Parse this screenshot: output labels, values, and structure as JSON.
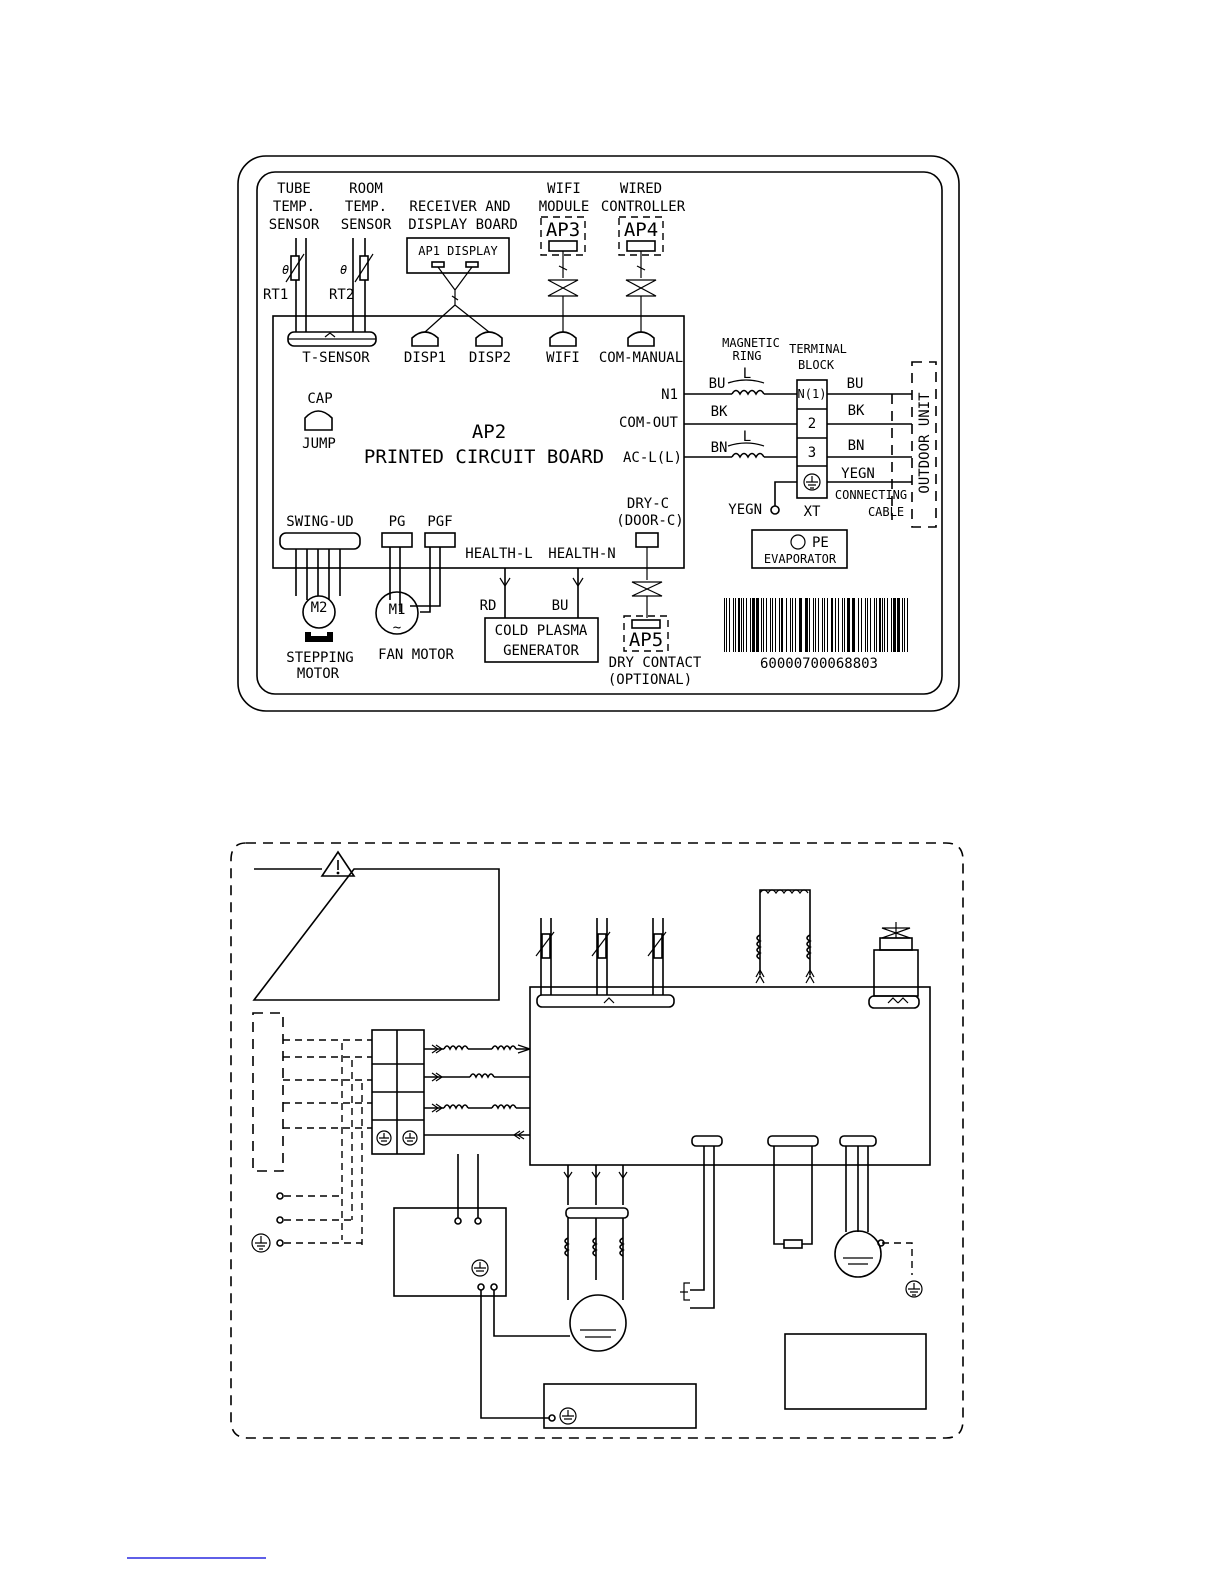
{
  "top_diagram": {
    "sensors": {
      "tube": [
        "TUBE",
        "TEMP.",
        "SENSOR"
      ],
      "room": [
        "ROOM",
        "TEMP.",
        "SENSOR"
      ],
      "rt1": "RT1",
      "rt2": "RT2",
      "t_sensor": "T-SENSOR"
    },
    "receiver": {
      "title": [
        "RECEIVER AND",
        "DISPLAY BOARD"
      ],
      "box": "AP1 DISPLAY",
      "disp1": "DISP1",
      "disp2": "DISP2"
    },
    "wifi": {
      "title": [
        "WIFI",
        "MODULE"
      ],
      "ap": "AP3",
      "port": "WIFI"
    },
    "wired": {
      "title": [
        "WIRED",
        "CONTROLLER"
      ],
      "ap": "AP4",
      "port": "COM-MANUAL"
    },
    "pcb": {
      "name": "AP2",
      "title": "PRINTED CIRCUIT BOARD",
      "cap": "CAP",
      "jump": "JUMP",
      "n1": "N1",
      "com_out": "COM-OUT",
      "ac_l": "AC-L(L)",
      "dry_c": "DRY-C",
      "door_c": "(DOOR-C)",
      "health_l": "HEALTH-L",
      "health_n": "HEALTH-N",
      "swing_ud": "SWING-UD",
      "pg": "PG",
      "pgf": "PGF"
    },
    "wiring": {
      "magnetic_ring": [
        "MAGNETIC",
        "RING"
      ],
      "terminal_block": [
        "TERMINAL",
        "BLOCK"
      ],
      "l1": "L",
      "l2": "L",
      "bu_in": "BU",
      "bk_in": "BK",
      "bn_in": "BN",
      "terminal_1": "N(1)",
      "terminal_2": "2",
      "terminal_3": "3",
      "bu_out": "BU",
      "bk_out": "BK",
      "bn_out": "BN",
      "yegn_out": "YEGN",
      "yegn_left": "YEGN",
      "xt": "XT",
      "connecting": "CONNECTING",
      "cable": "CABLE",
      "outdoor_unit": "OUTDOOR UNIT",
      "pe": "PE",
      "evaporator": "EVAPORATOR"
    },
    "motors": {
      "m2": "M2",
      "stepping": [
        "STEPPING",
        "MOTOR"
      ],
      "m1": "M1",
      "fan": "FAN MOTOR"
    },
    "plasma": {
      "rd": "RD",
      "bu": "BU",
      "label": [
        "COLD PLASMA",
        "GENERATOR"
      ]
    },
    "dry_contact": {
      "ap": "AP5",
      "label": [
        "DRY CONTACT",
        "(OPTIONAL)"
      ]
    },
    "barcode_number": "60000700068803"
  },
  "icons": {
    "warning": "warning-triangle-icon",
    "ground": "ground-icon",
    "thermistor": "thermistor-icon",
    "motor": "motor-icon",
    "coil": "inductor-icon"
  }
}
